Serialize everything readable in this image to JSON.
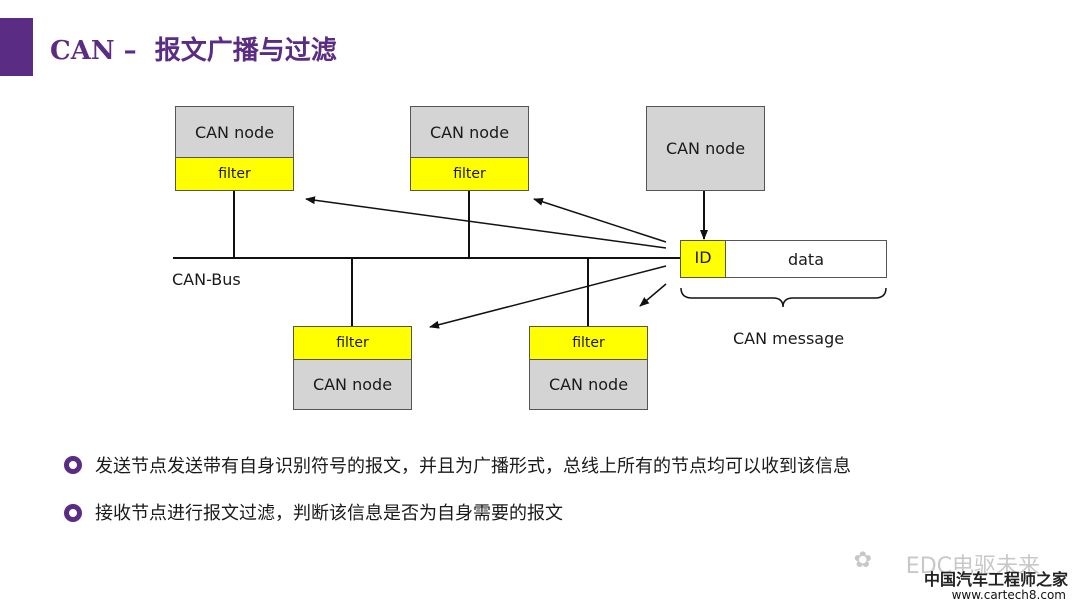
{
  "title": {
    "prefix": "CAN –",
    "main": "报文广播与过滤"
  },
  "diagram": {
    "node_label": "CAN node",
    "filter_label": "filter",
    "bus_label": "CAN-Bus",
    "message": {
      "id_label": "ID",
      "data_label": "data",
      "caption": "CAN message"
    }
  },
  "bullets": [
    "发送节点发送带有自身识别符号的报文，并且为广播形式，总线上所有的节点均可以收到该信息",
    "接收节点进行报文过滤，判断该信息是否为自身需要的报文"
  ],
  "watermark": {
    "line1": "EDC电驱未来",
    "line2": "中国汽车工程师之家",
    "line3": "www.cartech8.com"
  },
  "colors": {
    "accent": "#5b2c83",
    "filter": "#ffff00",
    "node": "#d4d4d4"
  }
}
